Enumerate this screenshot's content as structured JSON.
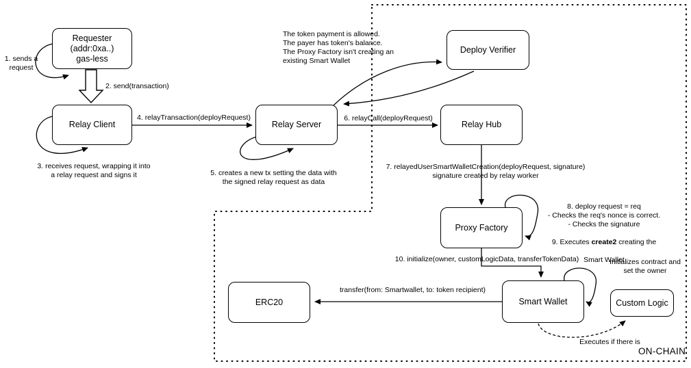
{
  "diagram": {
    "colors": {
      "ink": "#000000",
      "background": "#ffffff"
    },
    "onchain_label": "ON-CHAIN",
    "boxes": {
      "requester": "Requester\n(addr:0xa..)\ngas-less",
      "relay_client": "Relay Client",
      "relay_server": "Relay Server",
      "deploy_verifier": "Deploy Verifier",
      "relay_hub": "Relay Hub",
      "proxy_factory": "Proxy Factory",
      "smart_wallet": "Smart Wallet",
      "custom_logic": "Custom Logic",
      "erc20": "ERC20"
    },
    "labels": {
      "step1": "1. sends a\nrequest",
      "step2": "2. send(transaction)",
      "step3": "3. receives request, wrapping it into\na relay request and signs it",
      "step4": "4. relayTransaction(deployRequest)",
      "step5": "5. creates a new tx setting the data with\nthe signed relay request as data",
      "step6": "6. relayCall(deployRequest)",
      "step7": "7. relayedUserSmartWalletCreation(deployRequest, signature)\nsignature created by relay worker",
      "verifier_note": "The token payment is allowed.\nThe payer has token's balance.\nThe Proxy Factory isn't creating an\nexisting Smart Wallet",
      "step8_block": "8. deploy request = req\n- Checks the req's nonce is correct.\n- Checks the signature",
      "step9_prefix": "9. Executes ",
      "step9_bold": "create2",
      "step9_suffix": " creating the",
      "step9_line2": "Smart Wallet",
      "step10": "10. initialize(owner, customLogicData, transferTokenData)",
      "transfer": "transfer(from: Smartwallet, to: token recipient)",
      "init_note": "Initializes contract and\nset the owner",
      "executes_note": "Executes if there is"
    }
  }
}
